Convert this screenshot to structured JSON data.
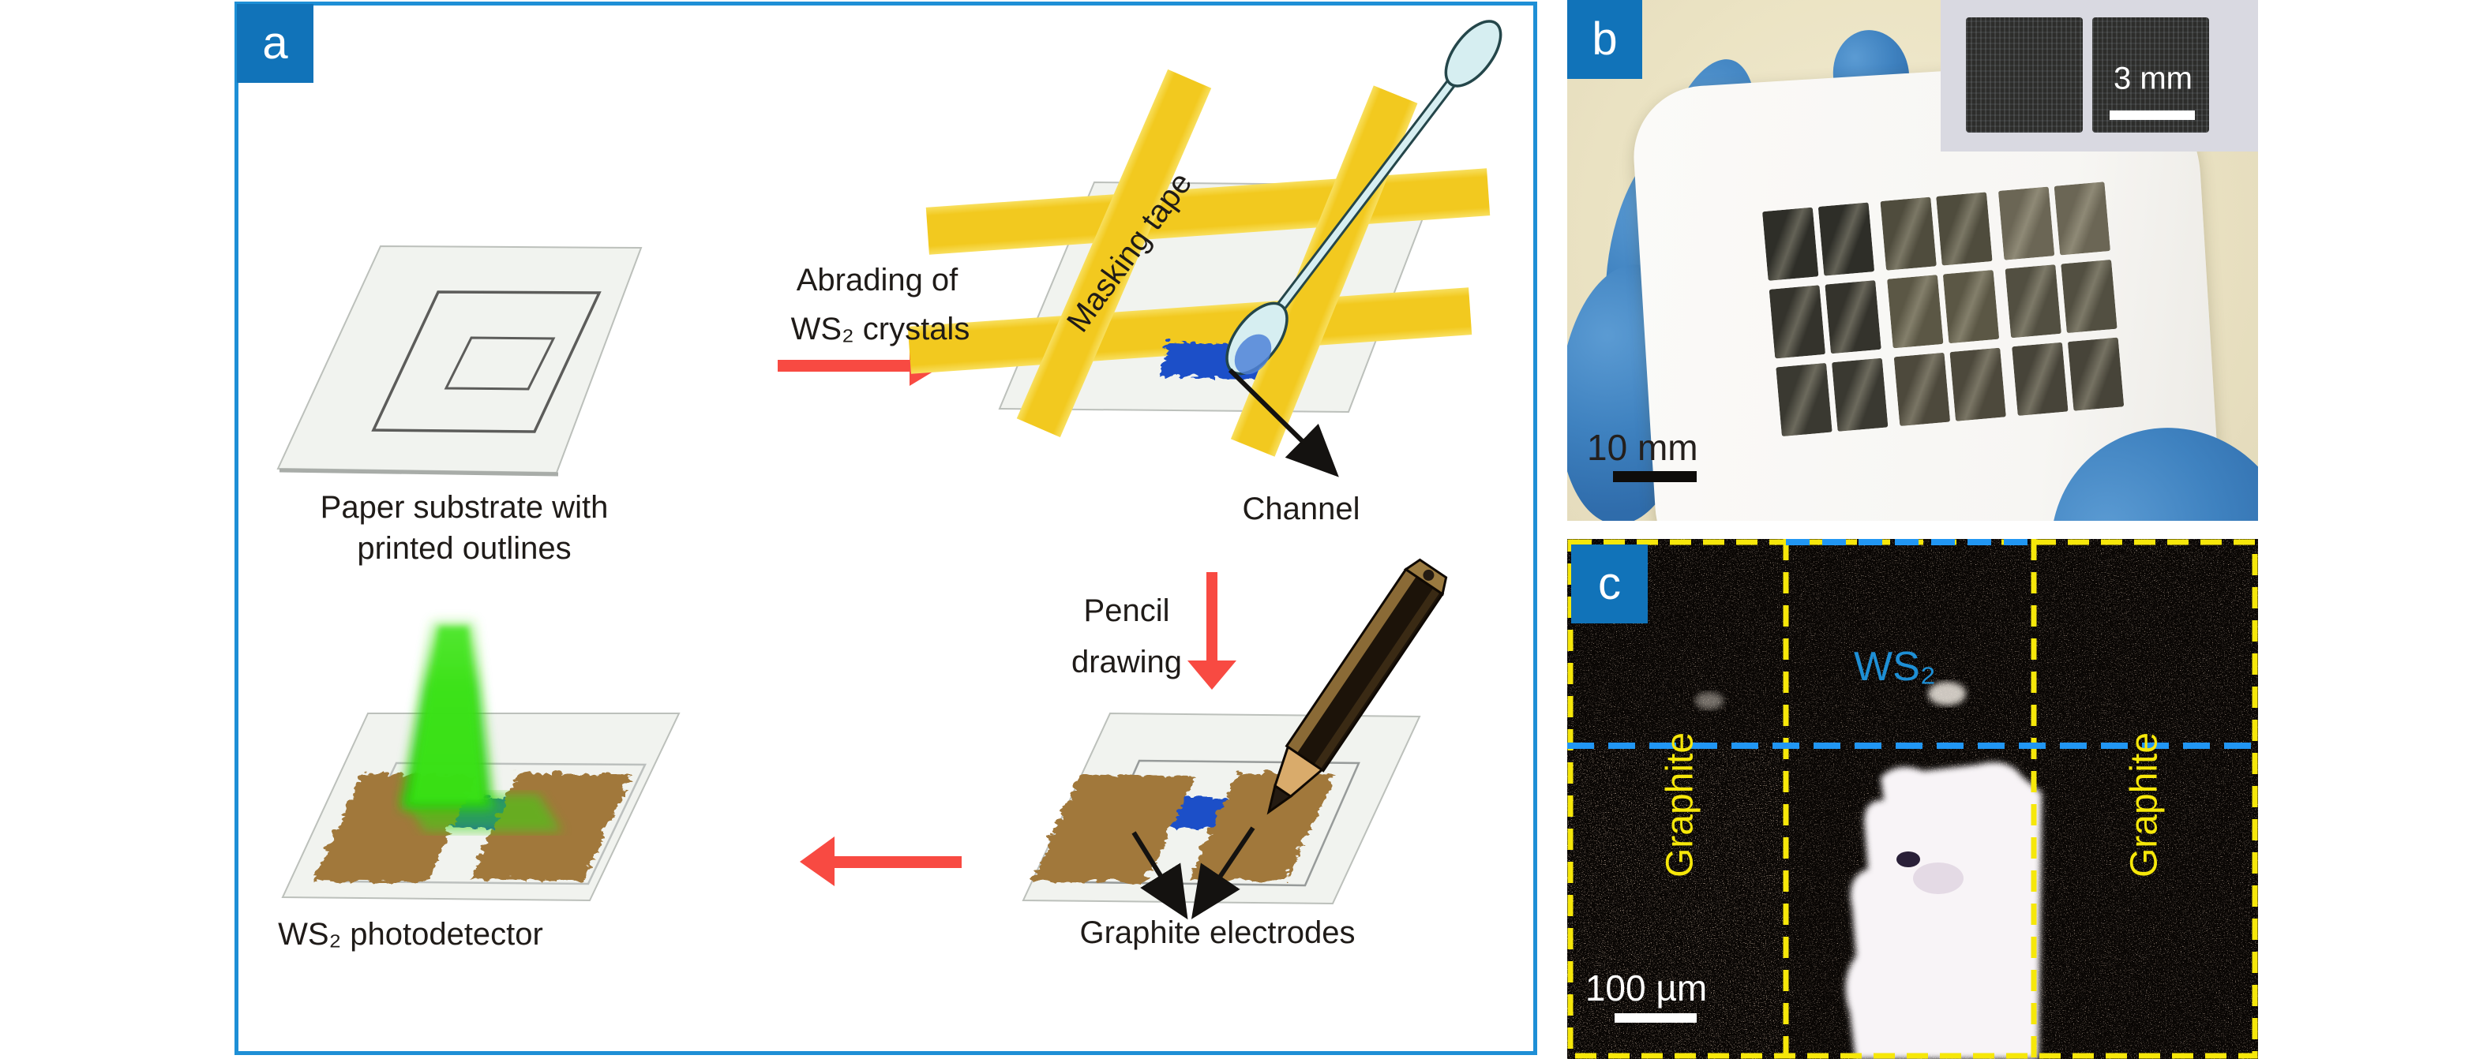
{
  "theme": {
    "accent_blue": "#1173b9",
    "panel_border_blue": "#1e8fd6",
    "arrow_red": "#f84a42",
    "tape_yellow": "#f2c91f",
    "channel_blue": "#1e50c8",
    "electrode_brown": "#a1783a",
    "beam_green": "#2ed60f",
    "dashed_yellow": "#f6e70a",
    "dashed_blue": "#2196f3",
    "label_text": "#1f1b18"
  },
  "panel_a": {
    "label": "a",
    "substrate_caption_line1": "Paper substrate with",
    "substrate_caption_line2": "printed outlines",
    "step1_line1": "Abrading of",
    "step1_line2": "WS₂ crystals",
    "masking_tape_label": "Masking tape",
    "channel_label": "Channel",
    "step2_line1": "Pencil",
    "step2_line2": "drawing",
    "electrodes_caption": "Graphite electrodes",
    "photodetector_caption": "WS₂ photodetector"
  },
  "panel_b": {
    "label": "b",
    "main_scale_label": "10 mm",
    "inset_scale_label": "3 mm"
  },
  "panel_c": {
    "label": "c",
    "channel_material_label": "WS₂",
    "left_electrode_label": "Graphite",
    "right_electrode_label": "Graphite",
    "scale_label": "100 µm"
  }
}
